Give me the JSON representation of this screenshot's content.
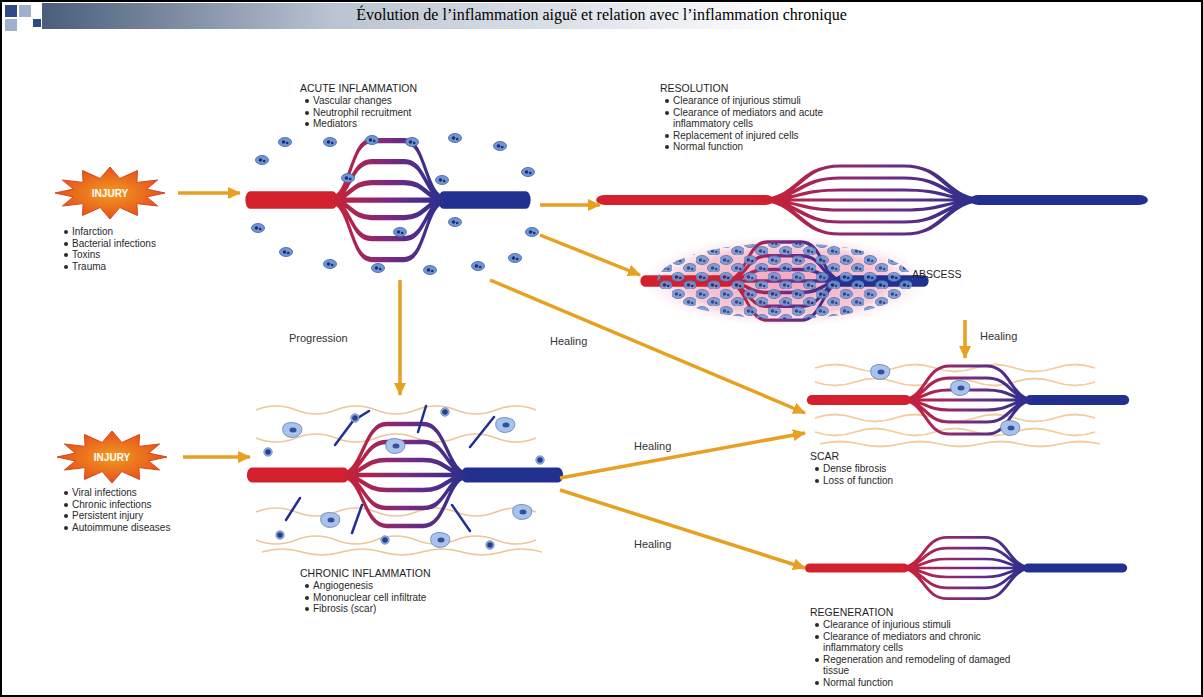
{
  "diagram": {
    "title": "Évolution de l’inflammation aiguë et relation avec l’inflammation chronique",
    "nodes": [
      {
        "text": [
          "INJURY",
          "Infarction",
          "Bacterial infections",
          "Toxins",
          "Trauma"
        ]
      },
      {
        "text": [
          "ACUTE INFLAMMATION",
          "Vascular changes",
          "Neutrophil recruitment",
          "Mediators"
        ]
      },
      {
        "text": [
          "RESOLUTION",
          "Clearance of injurious stimuli",
          "Clearance of mediators and acute inflammatory cells",
          "Replacement of injured cells",
          "Normal function"
        ]
      },
      {
        "text": [
          "ABSCESS"
        ]
      },
      {
        "text": [
          "INJURY",
          "Viral infections",
          "Chronic infections",
          "Persistent injury",
          "Autoimmune diseases"
        ]
      },
      {
        "text": [
          "CHRONIC INFLAMMATION",
          "Angiogenesis",
          "Mononuclear cell infiltrate",
          "Fibrosis (scar)"
        ]
      },
      {
        "text": [
          "SCAR",
          "Dense fibrosis",
          "Loss of function"
        ]
      },
      {
        "text": [
          "REGENERATION",
          "Clearance of injurious stimuli",
          "Clearance of mediators and chronic inflammatory cells",
          "Regeneration and remodeling of damaged tissue",
          "Normal function"
        ]
      }
    ],
    "edges": [
      {
        "from": 0,
        "to": 1,
        "arrow": "to"
      },
      {
        "from": 1,
        "to": 2,
        "arrow": "to"
      },
      {
        "from": 1,
        "to": 3,
        "arrow": "to"
      },
      {
        "from": 1,
        "to": 5,
        "label": "Progression",
        "arrow": "to"
      },
      {
        "from": 1,
        "to": 6,
        "label": "Healing",
        "arrow": "to"
      },
      {
        "from": 3,
        "to": 6,
        "label": "Healing",
        "arrow": "to"
      },
      {
        "from": 4,
        "to": 5,
        "arrow": "to"
      },
      {
        "from": 5,
        "to": 6,
        "label": "Healing",
        "arrow": "to"
      },
      {
        "from": 5,
        "to": 7,
        "label": "Healing",
        "arrow": "to"
      }
    ]
  }
}
